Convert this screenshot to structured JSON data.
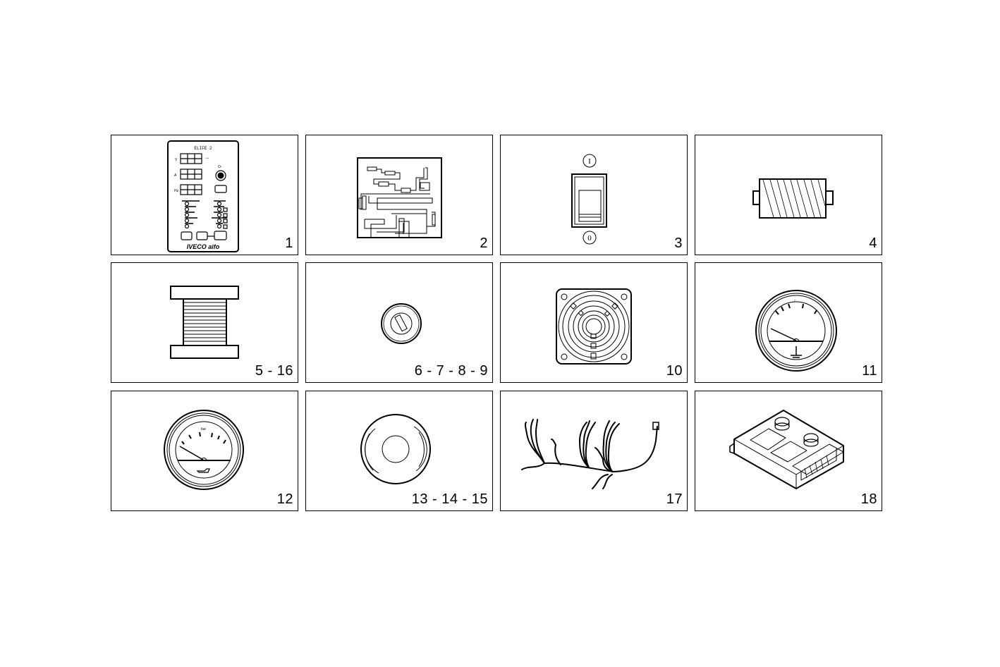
{
  "figure": {
    "panels": [
      {
        "label": "1",
        "component": "control-panel",
        "panel_title": "ELIFE 2",
        "brand": "IVECO aifo"
      },
      {
        "label": "2",
        "component": "circuit-board"
      },
      {
        "label": "3",
        "component": "rocker-switch",
        "on_symbol": "I",
        "off_symbol": "0"
      },
      {
        "label": "4",
        "component": "fuse"
      },
      {
        "label": "5 - 16",
        "component": "cable-spool"
      },
      {
        "label": "6 - 7 - 8 - 9",
        "component": "fuse-holder-cap"
      },
      {
        "label": "10",
        "component": "loudspeaker-horn"
      },
      {
        "label": "11",
        "component": "temperature-gauge",
        "unit": "C"
      },
      {
        "label": "12",
        "component": "oil-pressure-gauge",
        "unit": "bar"
      },
      {
        "label": "13 - 14 - 15",
        "component": "grommet-seal"
      },
      {
        "label": "17",
        "component": "wiring-harness"
      },
      {
        "label": "18",
        "component": "electronic-control-unit"
      }
    ]
  }
}
